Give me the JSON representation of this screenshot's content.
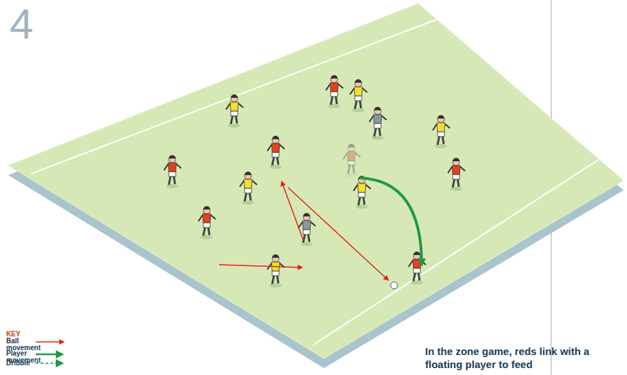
{
  "diagram": {
    "caption": "In the zone game, reds link with a floating player to feed",
    "labels": [
      "4",
      "KEY"
    ],
    "legend": [
      {
        "text": "Ball movement"
      },
      {
        "text": "Player movement"
      },
      {
        "text": "Dribble"
      }
    ]
  }
}
